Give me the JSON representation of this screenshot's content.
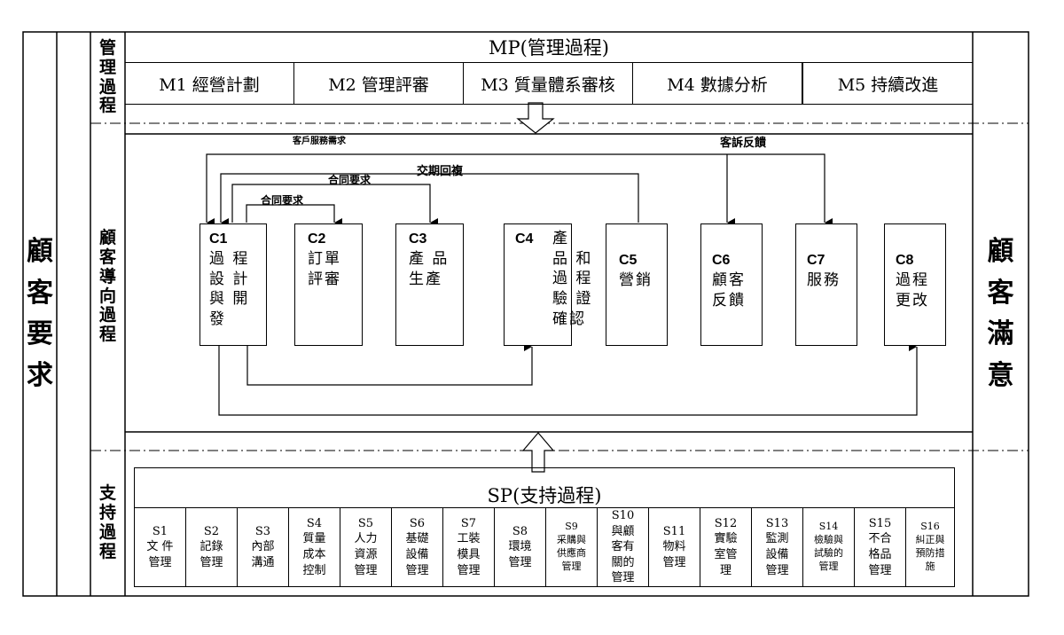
{
  "left_label": [
    "顧",
    "客",
    "要",
    "求"
  ],
  "right_label": [
    "顧",
    "客",
    "滿",
    "意"
  ],
  "side_labels": {
    "management": [
      "管",
      "理",
      "過",
      "程"
    ],
    "customer_oriented": [
      "顧",
      "客",
      "導",
      "向",
      "過",
      "程"
    ],
    "support": [
      "支",
      "持",
      "過",
      "程"
    ]
  },
  "mp": {
    "title": "MP(管理過程)",
    "items": [
      "M1 經營計劃",
      "M2 管理評審",
      "M3 質量體系審核",
      "M4 數據分析",
      "M5 持續改進"
    ]
  },
  "flows": {
    "customer_service_req": "客戶服務需求",
    "customer_complaint": "客訴反饋",
    "delivery_reply": "交期回複",
    "contract_req_1": "合同要求",
    "contract_req_2": "合同要求"
  },
  "c_processes": [
    {
      "code": "C1",
      "label": "過 程\n設 計\n與 開\n發"
    },
    {
      "code": "C2",
      "label": "訂單\n評審"
    },
    {
      "code": "C3",
      "label": "產 品\n生產"
    },
    {
      "code": "C4",
      "label": "產\n品 和\n過 程\n驗 證\n確認"
    },
    {
      "code": "C5",
      "label": "營銷"
    },
    {
      "code": "C6",
      "label": "顧客\n反饋"
    },
    {
      "code": "C7",
      "label": "服務"
    },
    {
      "code": "C8",
      "label": "過程\n更改"
    }
  ],
  "sp": {
    "title": "SP(支持過程)",
    "items": [
      {
        "code": "S1",
        "label": "文 件\n管理"
      },
      {
        "code": "S2",
        "label": "記錄\n管理"
      },
      {
        "code": "S3",
        "label": "內部\n溝通"
      },
      {
        "code": "S4",
        "label": "質量\n成本\n控制"
      },
      {
        "code": "S5",
        "label": "人力\n資源\n管理"
      },
      {
        "code": "S6",
        "label": "基礎\n設備\n管理"
      },
      {
        "code": "S7",
        "label": "工裝\n模具\n管理"
      },
      {
        "code": "S8",
        "label": "環境\n管理"
      },
      {
        "code": "S9",
        "label": "采購與\n供應商\n管理"
      },
      {
        "code": "S10",
        "label": "與顧\n客有\n關的\n管理"
      },
      {
        "code": "S11",
        "label": "物料\n管理"
      },
      {
        "code": "S12",
        "label": "實驗\n室管\n理"
      },
      {
        "code": "S13",
        "label": "監測\n設備\n管理"
      },
      {
        "code": "S14",
        "label": "檢驗與\n試驗的\n管理"
      },
      {
        "code": "S15",
        "label": "不合\n格品\n管理"
      },
      {
        "code": "S16",
        "label": "糾正與\n預防措\n施"
      }
    ]
  }
}
